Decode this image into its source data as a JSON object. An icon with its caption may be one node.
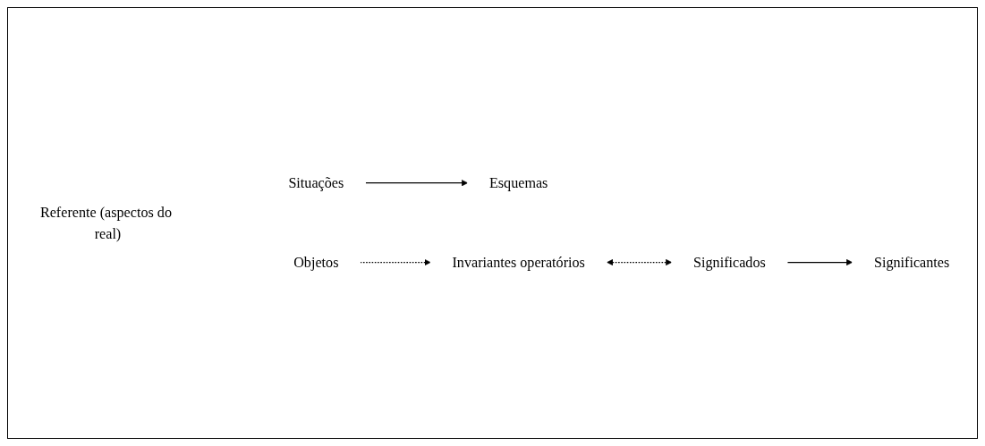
{
  "diagram": {
    "nodes": [
      {
        "text": [
          "Referente (aspectos do real)"
        ]
      },
      {
        "text": [
          "Situações"
        ]
      },
      {
        "text": [
          "Esquemas"
        ]
      },
      {
        "text": [
          "Invariantes operatórios"
        ]
      },
      {
        "text": [
          "Objetos"
        ]
      },
      {
        "text": [
          "Significados"
        ]
      },
      {
        "text": [
          "Significantes"
        ]
      }
    ],
    "edges": [
      {
        "from": 1,
        "to": 2,
        "arrow": "to"
      },
      {
        "from": 4,
        "to": 3,
        "arrow": "to",
        "style": "dashed"
      },
      {
        "from": 3,
        "to": 5,
        "arrow": "both",
        "style": "dashed"
      },
      {
        "from": 5,
        "to": 6,
        "arrow": "to"
      }
    ]
  }
}
